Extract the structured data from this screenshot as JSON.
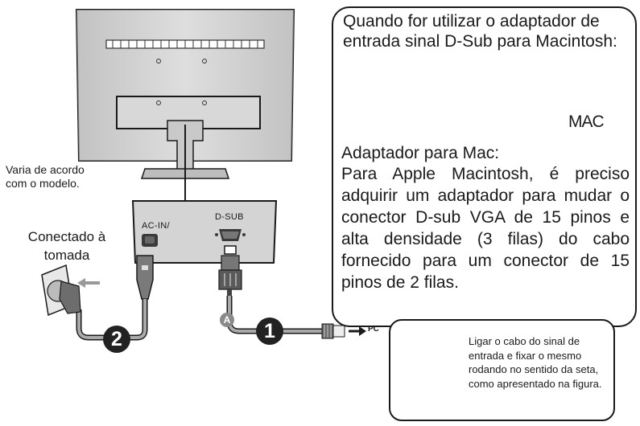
{
  "mac_box": {
    "title": "Quando for utilizar o adaptador de entrada sinal D-Sub para Macintosh:",
    "mac_label": "MAC",
    "adapter_heading": "Adaptador para  Mac:",
    "adapter_description": "Para Apple  Macintosh,  é  preciso adquirir um adaptador  para mudar o conector D-sub VGA de 15 pinos e  alta  densidade (3 filas) do cabo fornecido para  um conector de 15 pinos de 2 filas."
  },
  "monitor": {
    "model_note_line1": "Varia de acordo",
    "model_note_line2": "com o modelo.",
    "port_acin": "AC-IN/",
    "port_dsub": "D-SUB"
  },
  "outlet": {
    "label_line1": "Conectado à",
    "label_line2": "tomada"
  },
  "steps": {
    "step1": "1",
    "step2": "2",
    "marker_a": "A",
    "pc_label": "PC"
  },
  "tip_box": {
    "text": "Ligar o cabo do sinal de entrada e fixar o mesmo rodando no sentido da seta, como apresentado na figura."
  },
  "colors": {
    "monitor_gray": "#c7c7c7",
    "outline": "#1a1a1a",
    "cable_gray": "#9a9a9a"
  }
}
